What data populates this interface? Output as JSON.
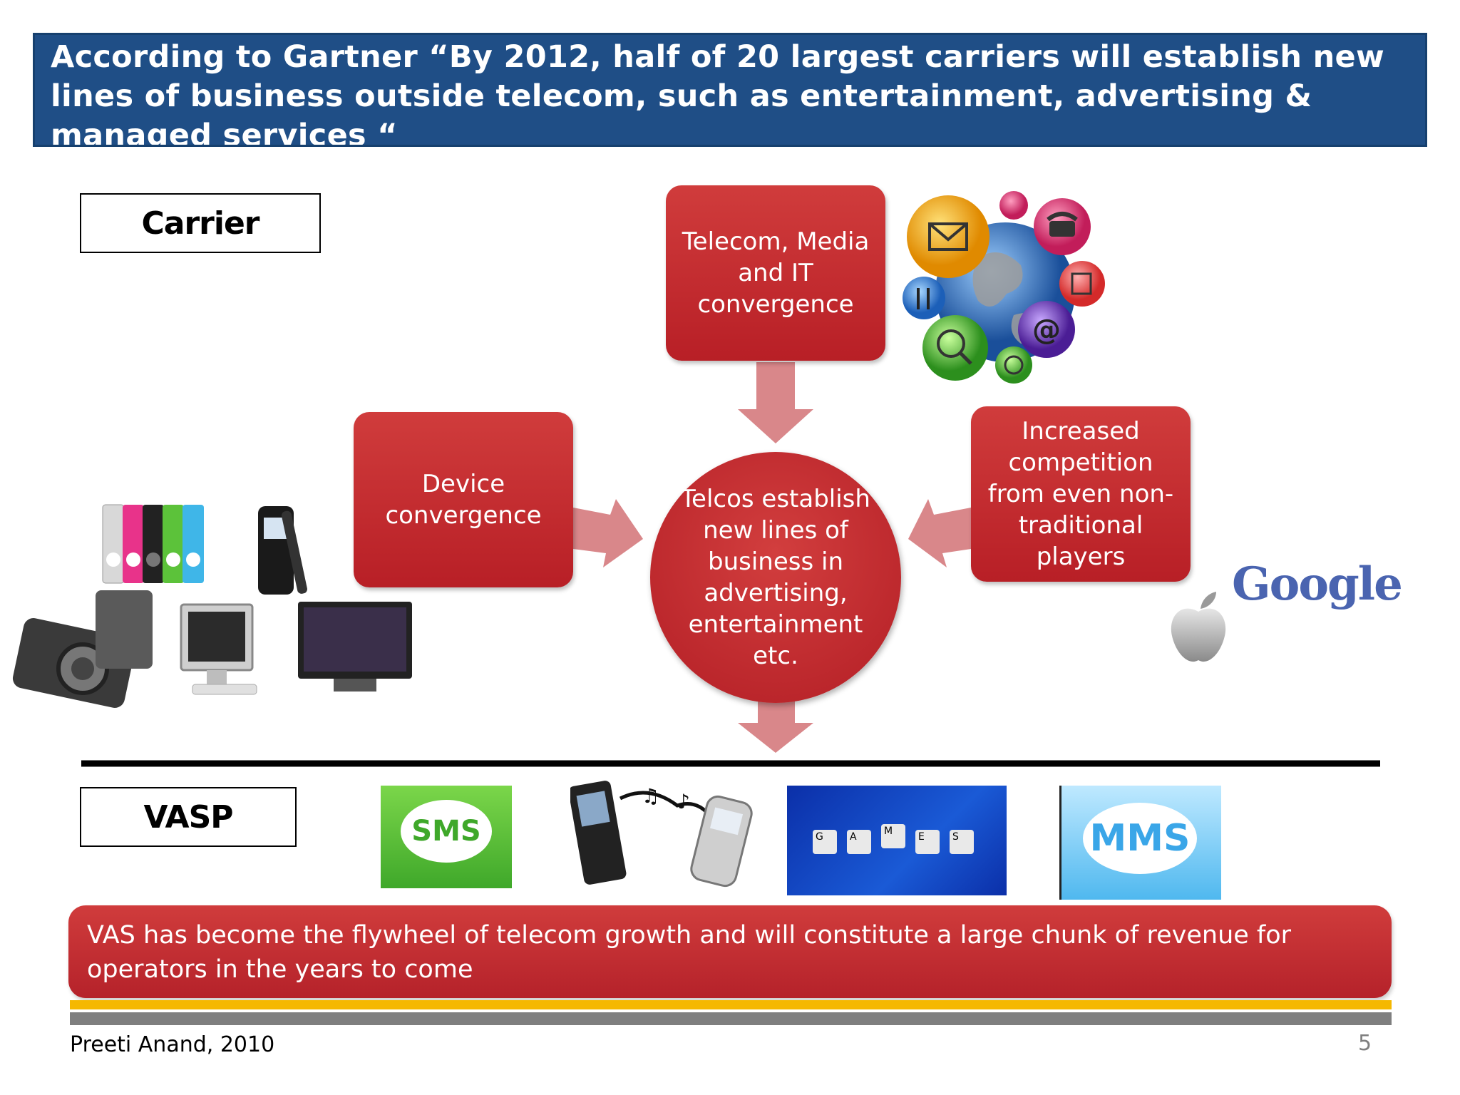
{
  "header": {
    "text": "According to Gartner “By 2012, half of 20 largest carriers will establish new lines of business outside telecom, such as entertainment, advertising & managed services “"
  },
  "labels": {
    "carrier": "Carrier",
    "vasp": "VASP"
  },
  "diagram": {
    "top_box": "Telecom, Media and IT convergence",
    "left_box": "Device convergence",
    "right_box": "Increased competition from even non-traditional players",
    "center": "Telcos establish new lines of business in advertising, entertainment etc."
  },
  "logos": {
    "google": "Google",
    "sms": "SMS",
    "mms": "MMS",
    "games_letters": [
      "G",
      "A",
      "M",
      "E",
      "S"
    ]
  },
  "bottom_box": {
    "text": "VAS has become the flywheel of telecom growth and will constitute a large chunk of revenue for operators in the years to come"
  },
  "footer": {
    "author": "Preeti Anand, 2010",
    "page": "5"
  },
  "colors": {
    "banner": "#1f4e86",
    "red": "#c22a2f",
    "arrow": "#d9878a",
    "stripe_yellow": "#f5b800",
    "stripe_gray": "#7f7f7f"
  },
  "icons": [
    "globe-icon",
    "mail-icon",
    "phone-icon",
    "floppy-icon",
    "tools-icon",
    "at-icon",
    "web-search-icon",
    "apple-icon",
    "ipod-nano-icon",
    "nokia-phone-icon",
    "digital-camera-icon",
    "computer-monitor-icon",
    "lcd-tv-icon"
  ]
}
